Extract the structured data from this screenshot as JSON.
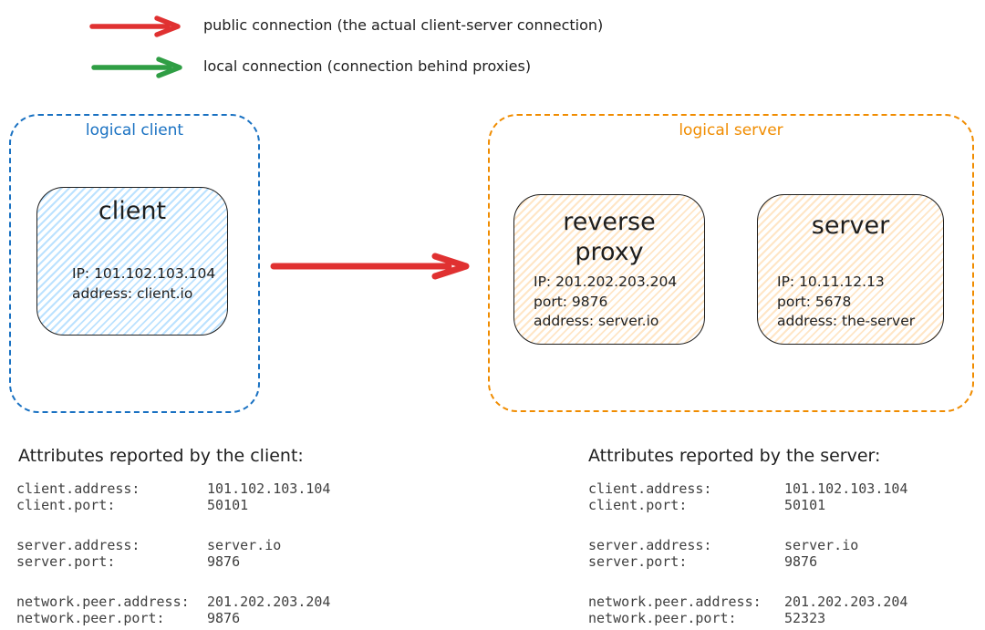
{
  "legend": {
    "items": [
      {
        "icon": "arrow-right-icon",
        "color": "#e03131",
        "label": "public connection (the actual client-server connection)"
      },
      {
        "icon": "arrow-right-icon",
        "color": "#2f9e44",
        "label": "local connection (connection behind proxies)"
      }
    ]
  },
  "diagram": {
    "connection_arrow": {
      "icon": "arrow-right-icon",
      "color": "#e03131"
    },
    "client_group": {
      "label": "logical client",
      "accent": "#1971c2",
      "node": {
        "title": "client",
        "fill_accent": "#a5d8ff",
        "lines": [
          "IP: 101.102.103.104",
          "address: client.io"
        ]
      }
    },
    "server_group": {
      "label": "logical server",
      "accent": "#f08c00",
      "proxy_node": {
        "title": "reverse proxy",
        "fill_accent": "#ffd8a8",
        "lines": [
          "IP: 201.202.203.204",
          "port: 9876",
          "address: server.io"
        ]
      },
      "server_node": {
        "title": "server",
        "fill_accent": "#ffd8a8",
        "lines": [
          "IP: 10.11.12.13",
          "port: 5678",
          "address: the-server"
        ]
      }
    }
  },
  "attributes": {
    "client": {
      "heading": "Attributes reported by the client:",
      "groups": [
        [
          {
            "key": "client.address:",
            "value": "101.102.103.104"
          },
          {
            "key": "client.port:",
            "value": "50101"
          }
        ],
        [
          {
            "key": "server.address:",
            "value": "server.io"
          },
          {
            "key": "server.port:",
            "value": "9876"
          }
        ],
        [
          {
            "key": "network.peer.address:",
            "value": "201.202.203.204"
          },
          {
            "key": "network.peer.port:",
            "value": "9876"
          }
        ]
      ]
    },
    "server": {
      "heading": "Attributes reported by the server:",
      "groups": [
        [
          {
            "key": "client.address:",
            "value": "101.102.103.104"
          },
          {
            "key": "client.port:",
            "value": "50101"
          }
        ],
        [
          {
            "key": "server.address:",
            "value": "server.io"
          },
          {
            "key": "server.port:",
            "value": "9876"
          }
        ],
        [
          {
            "key": "network.peer.address:",
            "value": "201.202.203.204"
          },
          {
            "key": "network.peer.port:",
            "value": "52323"
          }
        ]
      ]
    }
  }
}
